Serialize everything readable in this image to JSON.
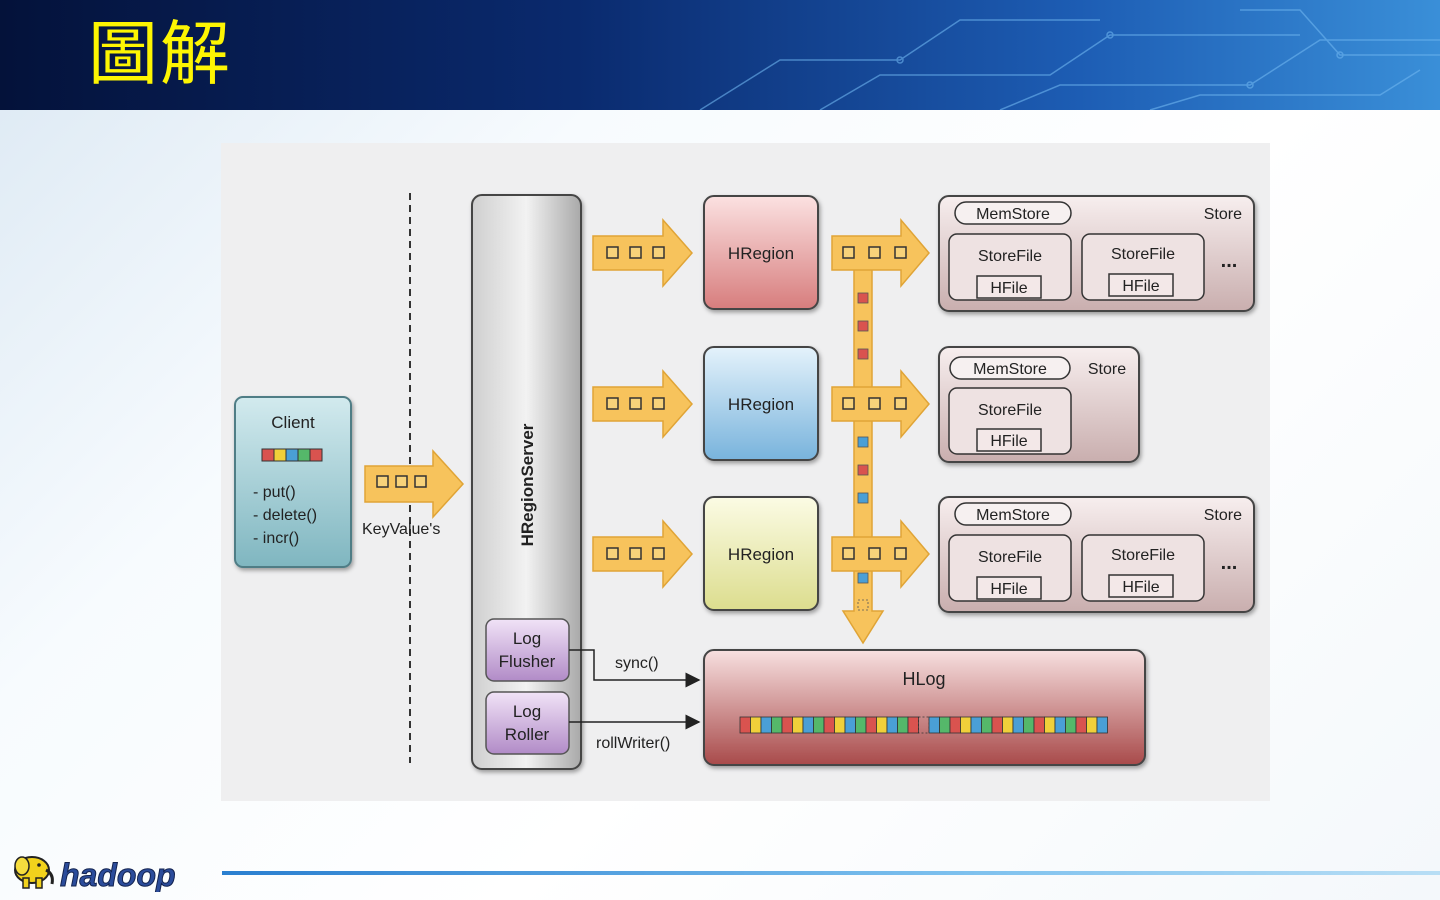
{
  "slide": {
    "title": "圖解"
  },
  "diagram": {
    "client": {
      "title": "Client",
      "methods": [
        "- put()",
        "- delete()",
        "- incr()"
      ]
    },
    "keyvalue_label": "KeyValue's",
    "region_server": {
      "label": "HRegionServer",
      "log_flusher": [
        "Log",
        "Flusher"
      ],
      "log_roller": [
        "Log",
        "Roller"
      ]
    },
    "regions": [
      {
        "label": "HRegion",
        "color": "#e8a3a3",
        "store": {
          "memstore": "MemStore",
          "store": "Store",
          "storefiles": [
            "StoreFile",
            "StoreFile"
          ],
          "hfile": "HFile",
          "ellipsis": "..."
        }
      },
      {
        "label": "HRegion",
        "color": "#9ec9e6",
        "store": {
          "memstore": "MemStore",
          "store": "Store",
          "storefiles": [
            "StoreFile"
          ],
          "hfile": "HFile",
          "ellipsis": ""
        }
      },
      {
        "label": "HRegion",
        "color": "#ecedb0",
        "store": {
          "memstore": "MemStore",
          "store": "Store",
          "storefiles": [
            "StoreFile",
            "StoreFile"
          ],
          "hfile": "HFile",
          "ellipsis": "..."
        }
      }
    ],
    "hlog": {
      "label": "HLog",
      "sync_label": "sync()",
      "roll_label": "rollWriter()"
    }
  },
  "footer": {
    "logo_text": "hadoop"
  },
  "colors": {
    "title": "#fdf502",
    "arrow": "#f7c35c",
    "kv_red": "#d9534f",
    "kv_yellow": "#f0d03a",
    "kv_blue": "#4a9fd6",
    "kv_green": "#55b86a"
  }
}
